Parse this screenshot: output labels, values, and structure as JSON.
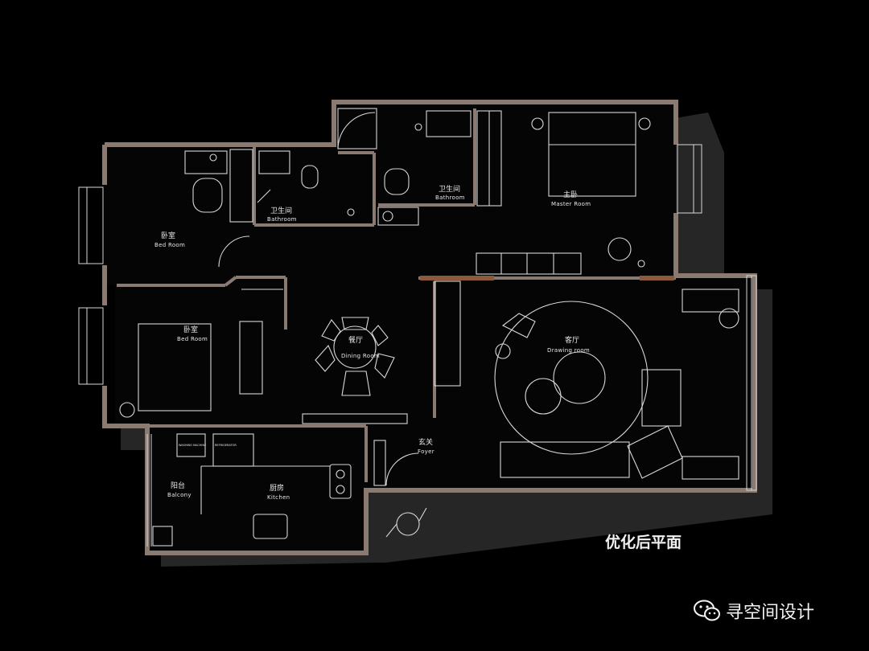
{
  "colors": {
    "background": "#000000",
    "wall": "#8a7a72",
    "line": "#d8d8d8",
    "shadow": "#2a2a2a",
    "door_accent": "#8b5a3c"
  },
  "rooms": {
    "bedroom_a": {
      "zh": "卧室",
      "en": "Bed Room"
    },
    "bathroom_a": {
      "zh": "卫生间",
      "en": "Bathroom"
    },
    "bathroom_b": {
      "zh": "卫生间",
      "en": "Bathroom"
    },
    "master": {
      "zh": "主卧",
      "en": "Master Room"
    },
    "bedroom_b": {
      "zh": "卧室",
      "en": "Bed Room"
    },
    "dining": {
      "zh": "餐厅",
      "en": "Dining Room"
    },
    "living": {
      "zh": "客厅",
      "en": "Drawing room"
    },
    "foyer": {
      "zh": "玄关",
      "en": "Foyer"
    },
    "balcony": {
      "zh": "阳台",
      "en": "Balcony"
    },
    "kitchen": {
      "zh": "厨房",
      "en": "Kitchen"
    }
  },
  "appliances": {
    "washer": "WASHING MACHINE",
    "fridge": "REFRIGERATOR"
  },
  "caption": "优化后平面",
  "watermark": {
    "icon": "wechat-icon",
    "text": "寻空间设计"
  }
}
